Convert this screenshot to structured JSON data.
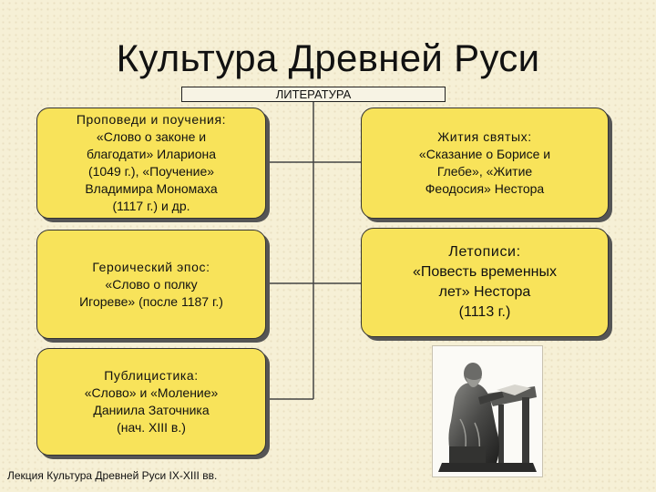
{
  "title": "Культура Древней Руси",
  "literature_label": "ЛИТЕРАТУРА",
  "nodes": {
    "sermons": {
      "heading": "Проповеди и поучения:",
      "lines": [
        "«Слово о законе и",
        "благодати» Илариона",
        "(1049 г.), «Поучение»",
        "Владимира Мономаха",
        "(1117 г.) и др."
      ]
    },
    "epic": {
      "heading": "Героический эпос:",
      "lines": [
        "«Слово о полку",
        "Игореве» (после 1187 г.)"
      ]
    },
    "publicism": {
      "heading": "Публицистика:",
      "lines": [
        "«Слово» и «Моление»",
        "Даниила Заточника",
        "(нач. XIII в.)"
      ]
    },
    "lives": {
      "heading": "Жития святых:",
      "lines": [
        "«Сказание о Борисе и",
        "Глебе», «Житие",
        "Феодосия» Нестора"
      ]
    },
    "chronicles": {
      "heading": "Летописи:",
      "lines": [
        "«Повесть временных",
        "лет» Нестора",
        "(1113 г.)"
      ]
    }
  },
  "footer": "Лекция Культура  Древней  Руси IX-XIII вв.",
  "colors": {
    "node_fill": "#f8e35a",
    "background": "#f6f0d6",
    "shadow": "#555555"
  },
  "illustration": "monk-chronicler-statue"
}
